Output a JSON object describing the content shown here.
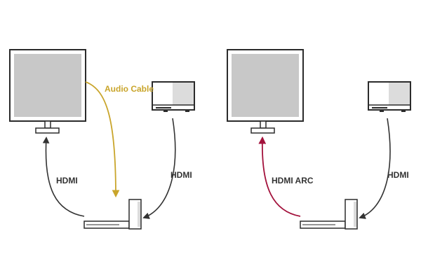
{
  "colors": {
    "outline": "#2b2b2b",
    "screen": "#c8c8c8",
    "device_fill": "#ffffff",
    "device_panel": "#dcdcdc",
    "hdmi_arrow": "#333333",
    "audio_cable": "#c9a52b",
    "hdmi_arc": "#a3123c",
    "label_text": "#333333"
  },
  "left_setup": {
    "tv_label": "HDMI",
    "source_label": "HDMI",
    "audio_label": "Audio Cable"
  },
  "right_setup": {
    "tv_label": "HDMI ARC",
    "source_label": "HDMI"
  }
}
